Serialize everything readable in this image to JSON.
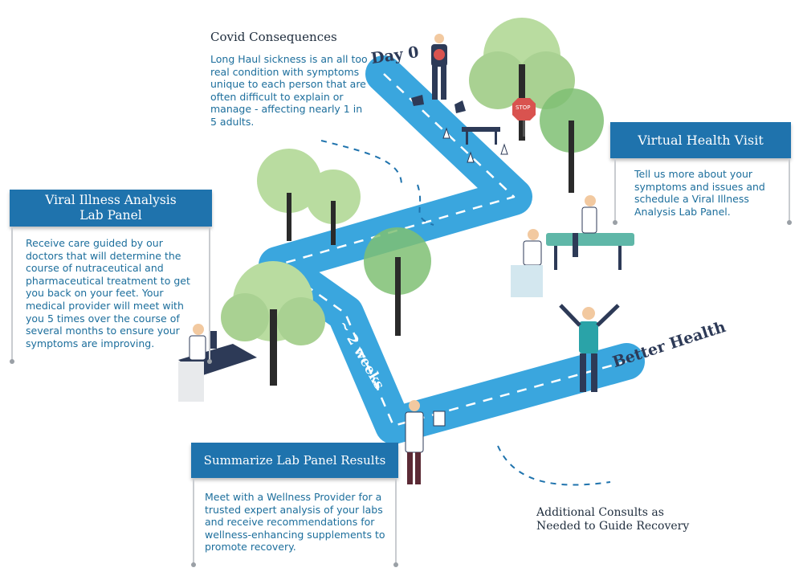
{
  "covid": {
    "title": "Covid Consequences",
    "body": "Long Haul sickness is an all too real condition with symptoms unique to each person that are often difficult to explain or manage - affecting nearly 1 in 5 adults."
  },
  "road_labels": {
    "day0": "Day 0",
    "two_weeks": "~ 2 weeks",
    "better_health": "Better Health"
  },
  "panels": {
    "virtual_visit": {
      "title": "Virtual Health Visit",
      "body": "Tell us more about your symptoms and issues and schedule a Viral Illness Analysis Lab Panel."
    },
    "viral_analysis": {
      "title": "Viral Illness Analysis Lab Panel",
      "body": "Receive care guided by our doctors that will determine the course of nutraceutical and pharmaceutical treatment to get you back on your feet. Your medical provider will meet with you 5 times over the course of several months to ensure your symptoms are improving."
    },
    "summarize": {
      "title": "Summarize Lab Panel Results",
      "body": "Meet with a Wellness Provider for a trusted expert analysis of your labs and receive recommendations for wellness-enhancing supplements to promote recovery."
    }
  },
  "additional": "Additional Consults as Needed to Guide Recovery",
  "stop_sign": "STOP",
  "colors": {
    "road": "#3aa6de",
    "road_dash": "#ffffff",
    "panel": "#1f73ad",
    "body_text": "#1c6e9c",
    "tree_light": "#b9dca0",
    "tree_mid": "#7fbf73",
    "trunk": "#2a2a2a",
    "stop": "#d9534f"
  }
}
